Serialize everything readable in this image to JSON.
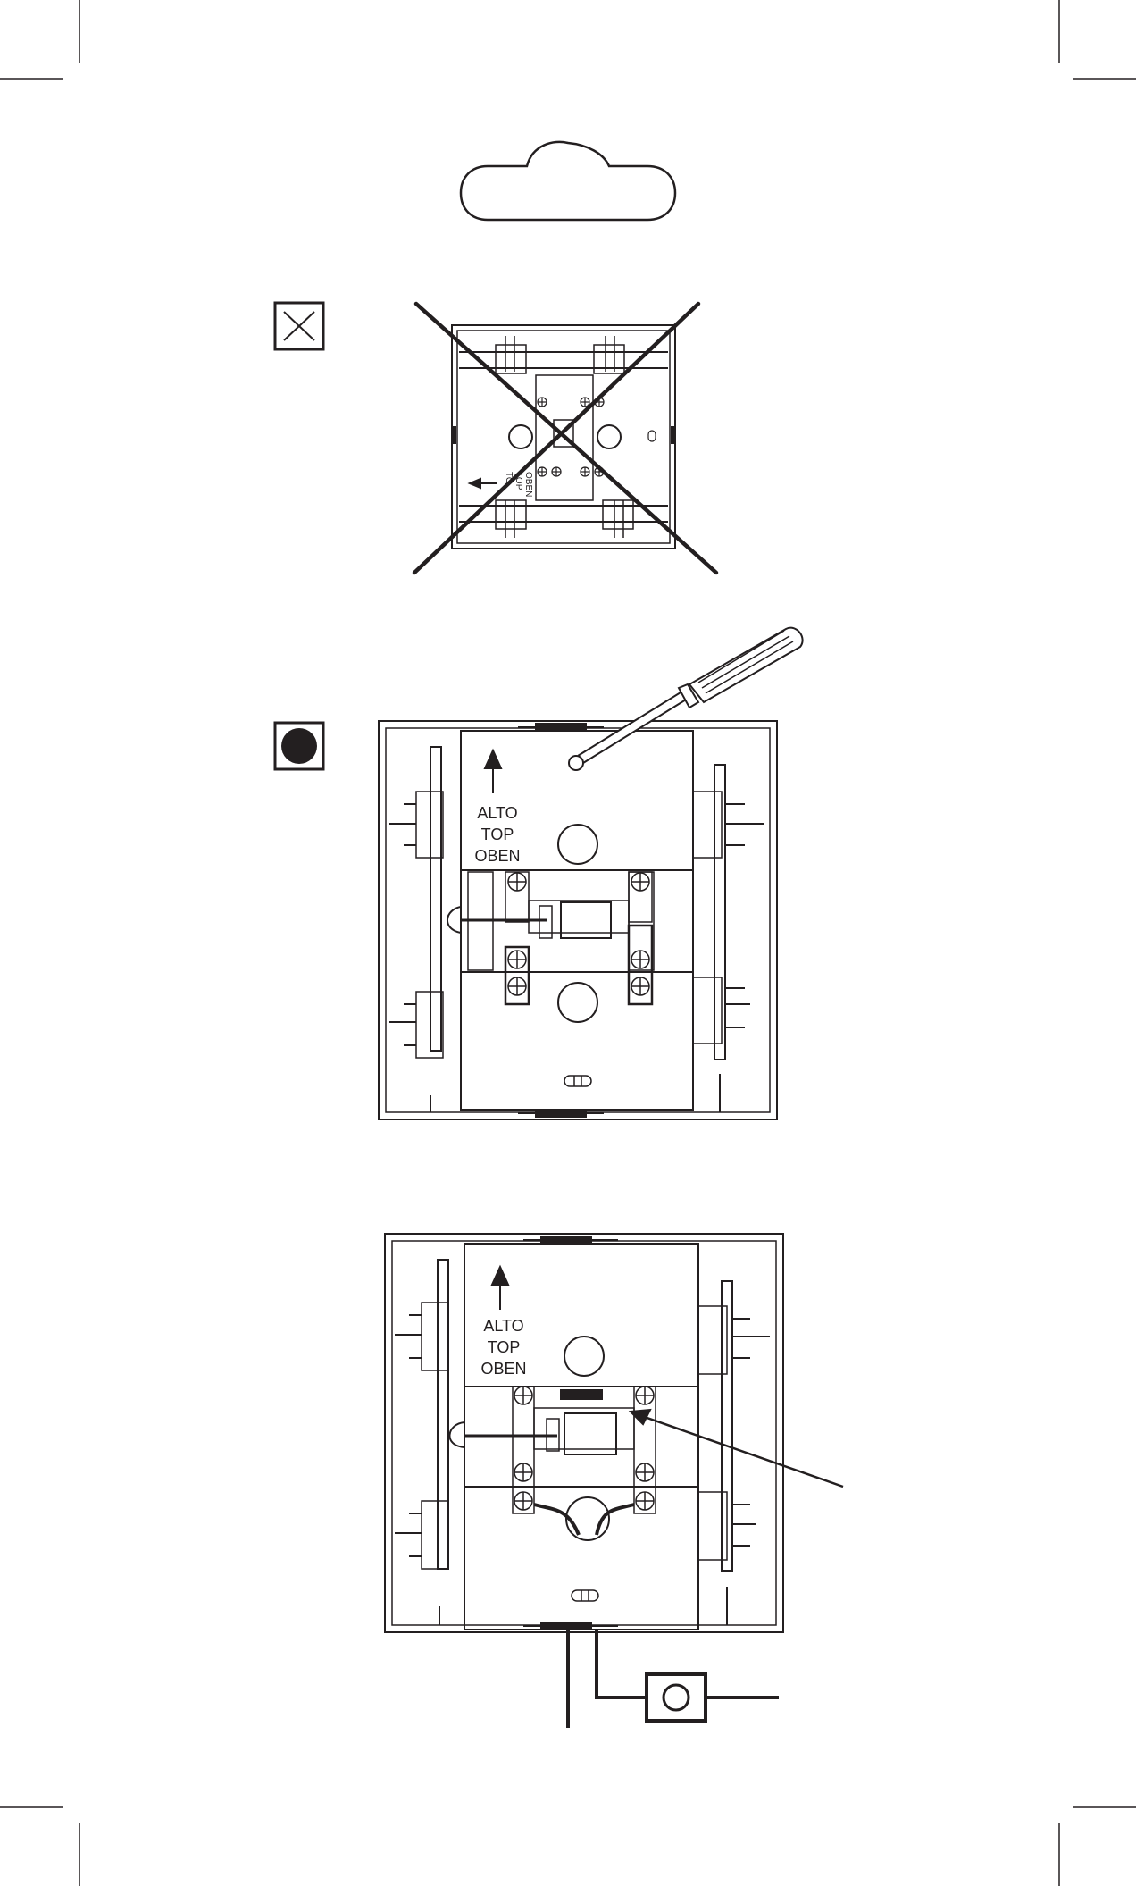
{
  "colors": {
    "ink": "#231f20",
    "paper": "#ffffff"
  },
  "icons": {
    "tab": "tab-cloud-shape",
    "wrong": "crossed-box-icon",
    "correct": "filled-dot-box-icon",
    "tool": "screwdriver-icon",
    "button": "push-button-icon"
  },
  "figure_wrong": {
    "orientation_label": [
      "TO",
      "TOP",
      "OBEN"
    ]
  },
  "figure_correct": {
    "orientation_label": [
      "ALTO",
      "TOP",
      "OBEN"
    ]
  },
  "figure_wired": {
    "orientation_label": [
      "ALTO",
      "TOP",
      "OBEN"
    ]
  }
}
